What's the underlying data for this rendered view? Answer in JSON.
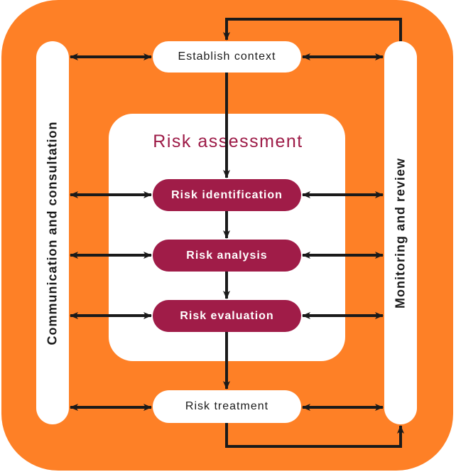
{
  "diagram": {
    "title": "Risk management process",
    "colors": {
      "background": "#fe8026",
      "panel": "#ffffff",
      "accent": "#a01c48",
      "title_text": "#9d1b47",
      "arrow": "#1a1a1a"
    },
    "left_rail": {
      "label": "Communication and consultation"
    },
    "right_rail": {
      "label": "Monitoring and review"
    },
    "assessment_group": {
      "title": "Risk assessment"
    },
    "nodes": {
      "establish_context": "Establish context",
      "risk_identification": "Risk identification",
      "risk_analysis": "Risk analysis",
      "risk_evaluation": "Risk evaluation",
      "risk_treatment": "Risk treatment"
    },
    "edges": [
      {
        "from": "Establish context",
        "to": "Risk identification",
        "type": "flow"
      },
      {
        "from": "Risk identification",
        "to": "Risk analysis",
        "type": "flow"
      },
      {
        "from": "Risk analysis",
        "to": "Risk evaluation",
        "type": "flow"
      },
      {
        "from": "Risk evaluation",
        "to": "Risk treatment",
        "type": "flow"
      },
      {
        "from": "Risk treatment",
        "to": "Monitoring and review",
        "type": "feedback"
      },
      {
        "from": "Monitoring and review",
        "to": "Establish context",
        "type": "feedback"
      },
      {
        "from": "Communication and consultation",
        "to": "each step",
        "type": "bidirectional"
      },
      {
        "from": "Monitoring and review",
        "to": "each step",
        "type": "bidirectional"
      }
    ]
  }
}
